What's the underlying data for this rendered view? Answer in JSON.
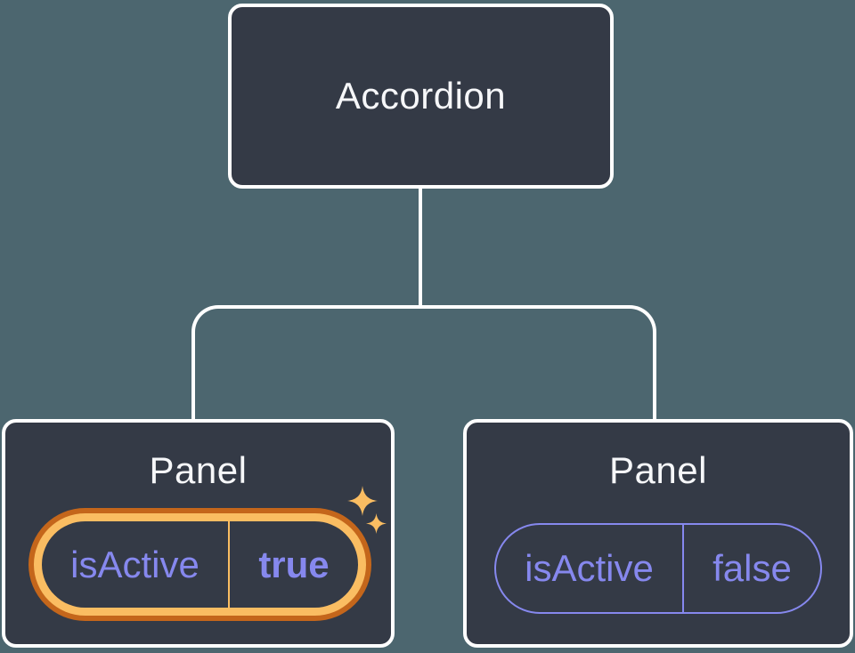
{
  "colors": {
    "background": "#4C666F",
    "node_fill": "#343A46",
    "node_border": "#FFFFFF",
    "connector": "#FFFFFF",
    "title_text": "#F6F7F9",
    "state_text": "#8688EE",
    "state_border": "#8688EE",
    "highlight_outer": "#C4661B",
    "highlight_gold": "#FABD62",
    "sparkle": "#FABD62"
  },
  "tree": {
    "root": {
      "label": "Accordion"
    },
    "children": [
      {
        "label": "Panel",
        "highlighted": true,
        "state": {
          "name": "isActive",
          "value": "true"
        }
      },
      {
        "label": "Panel",
        "highlighted": false,
        "state": {
          "name": "isActive",
          "value": "false"
        }
      }
    ]
  }
}
